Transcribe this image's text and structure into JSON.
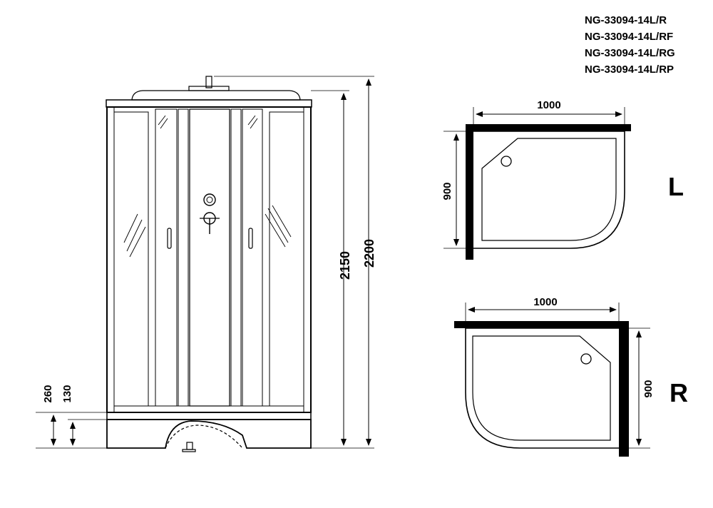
{
  "models": [
    "NG-33094-14L/R",
    "NG-33094-14L/RF",
    "NG-33094-14L/RG",
    "NG-33094-14L/RP"
  ],
  "front_view": {
    "height_total": "2200",
    "height_cabin": "2150",
    "tray_height": "260",
    "step_height": "130"
  },
  "plan_left": {
    "width": "1000",
    "depth": "900",
    "side_label": "L"
  },
  "plan_right": {
    "width": "1000",
    "depth": "900",
    "side_label": "R"
  }
}
